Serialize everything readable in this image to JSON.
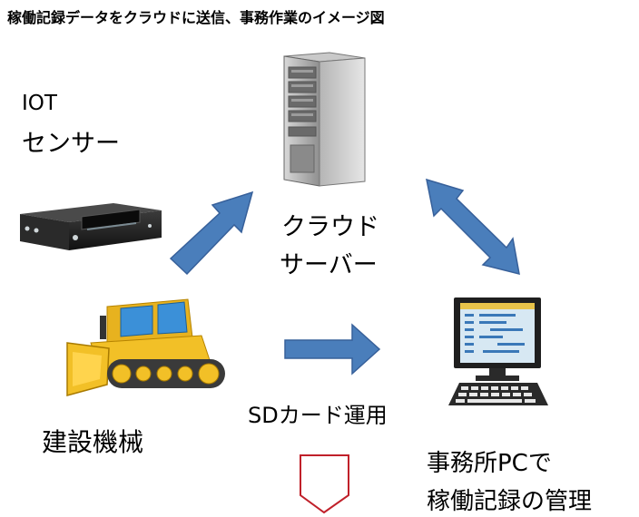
{
  "title": "稼働記録データをクラウドに送信、事務作業のイメージ図",
  "sensor": {
    "line1": "IOT",
    "line2": "センサー"
  },
  "cloud": {
    "line1": "クラウド",
    "line2": "サーバー"
  },
  "sd": {
    "label": "SDカード運用"
  },
  "machine": {
    "label": "建設機械"
  },
  "office": {
    "line1": "事務所PCで",
    "line2": "稼働記録の管理"
  },
  "colors": {
    "arrow": "#4a7ebb",
    "arrow_stroke": "#37609a",
    "pentagon": "#c0202a",
    "bulldozer": "#f2c027"
  }
}
